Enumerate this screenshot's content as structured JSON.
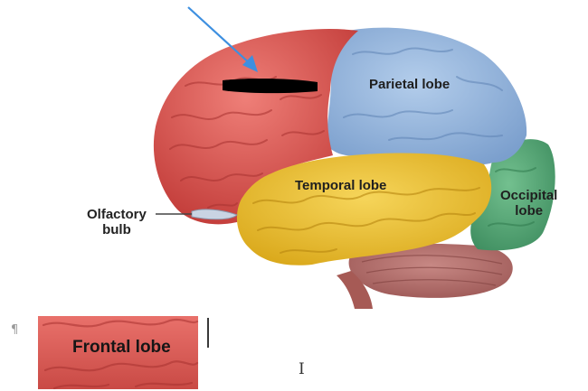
{
  "diagram": {
    "labels": {
      "parietal": "Parietal lobe",
      "temporal": "Temporal lobe",
      "occipital": [
        "Occipital",
        "lobe"
      ],
      "olfactory": [
        "Olfactory",
        "bulb"
      ]
    },
    "colors": {
      "frontal": "#d9544f",
      "parietal": "#8fb3dc",
      "temporal": "#e9c12e",
      "occipital": "#52a675",
      "cerebellum": "#b5716e",
      "arrow": "#3d8fe0",
      "redaction": "#000000"
    }
  },
  "document": {
    "paragraph_mark": "¶",
    "cursor_glyph": "I",
    "cropped_label": "Frontal lobe"
  }
}
